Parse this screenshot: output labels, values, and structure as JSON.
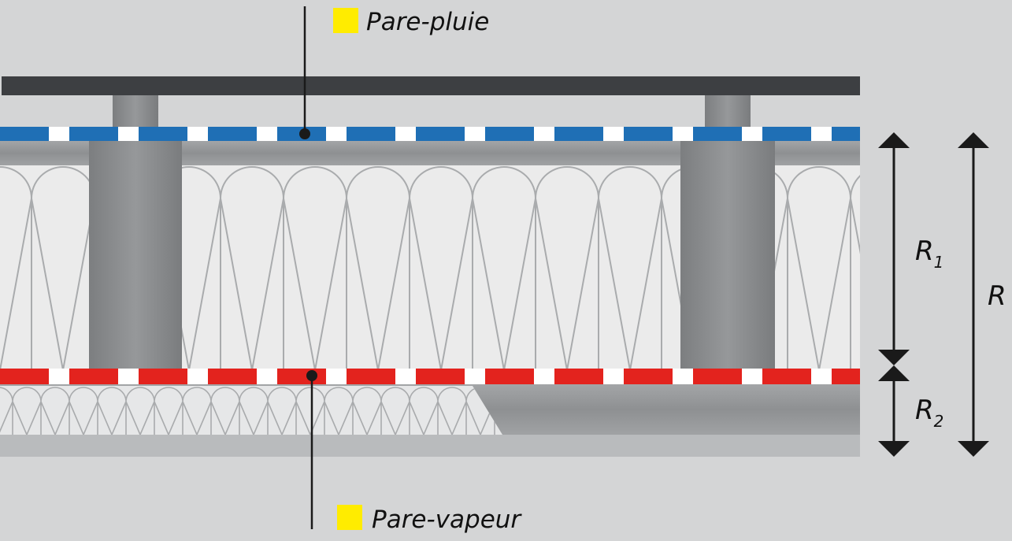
{
  "labels": {
    "top_membrane": "Pare-pluie",
    "bottom_membrane": "Pare-vapeur",
    "r1_main": "R",
    "r1_sub": "1",
    "r2_main": "R",
    "r2_sub": "2",
    "r_total": "R"
  },
  "colors": {
    "background": "#d4d5d6",
    "cladding": "#3d3f42",
    "rain_barrier": "#1f6fb5",
    "vapour_barrier": "#e3231e",
    "legend_marker": "#ffec00",
    "insulation": "#ebebeb",
    "timber": "#8a8c8e"
  }
}
